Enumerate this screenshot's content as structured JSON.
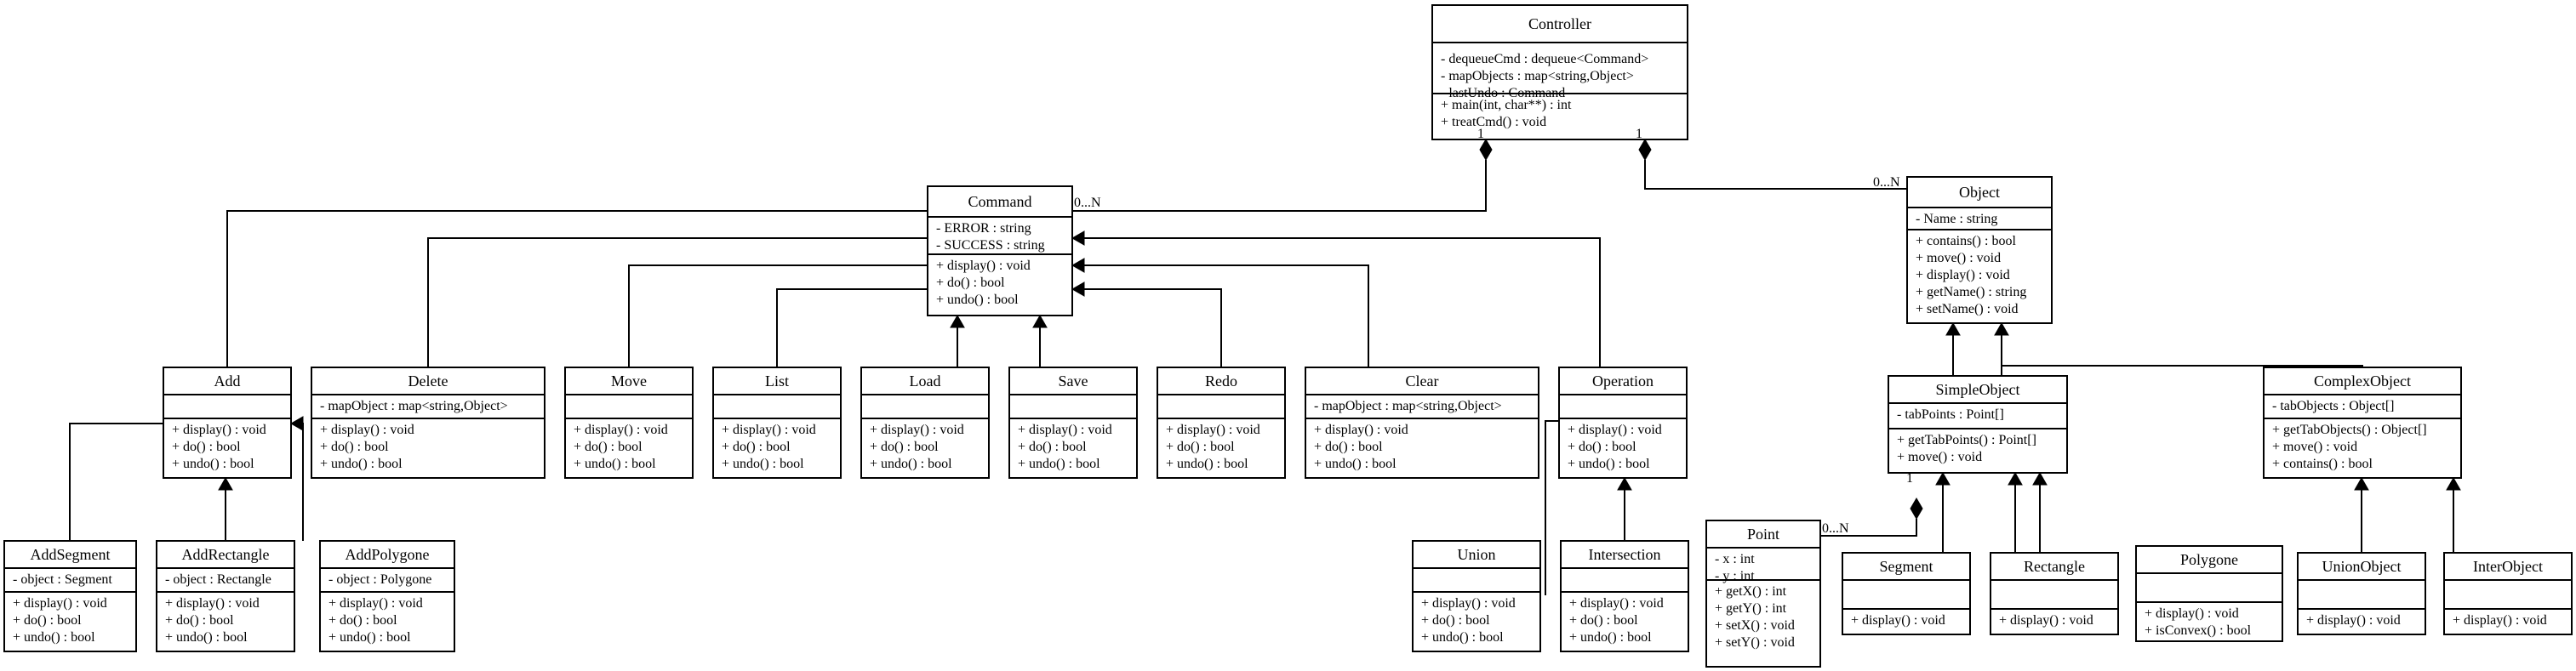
{
  "classes": {
    "Controller": {
      "name": "Controller",
      "attributes": [
        "- dequeueCmd : dequeue<Command>",
        "- mapObjects : map<string,Object>",
        "- lastUndo : Command"
      ],
      "methods": [
        "+ main(int, char**) : int",
        "+ treatCmd() : void"
      ]
    },
    "Command": {
      "name": "Command",
      "attributes": [
        "- ERROR : string",
        "- SUCCESS : string"
      ],
      "methods": [
        "+ display() : void",
        "+ do() : bool",
        "+ undo() : bool"
      ]
    },
    "Object": {
      "name": "Object",
      "attributes": [
        "- Name : string"
      ],
      "methods": [
        "+ contains() : bool",
        "+ move() : void",
        "+ display() : void",
        "+ getName() : string",
        "+ setName() : void"
      ]
    },
    "Add": {
      "name": "Add",
      "attributes": [],
      "methods": [
        "+ display() : void",
        "+ do() : bool",
        "+ undo() : bool"
      ]
    },
    "Delete": {
      "name": "Delete",
      "attributes": [
        "- mapObject : map<string,Object>"
      ],
      "methods": [
        "+ display() : void",
        "+ do() : bool",
        "+ undo() : bool"
      ]
    },
    "Move": {
      "name": "Move",
      "attributes": [],
      "methods": [
        "+ display() : void",
        "+ do() : bool",
        "+ undo() : bool"
      ]
    },
    "List": {
      "name": "List",
      "attributes": [],
      "methods": [
        "+ display() : void",
        "+ do() : bool",
        "+ undo() : bool"
      ]
    },
    "Load": {
      "name": "Load",
      "attributes": [],
      "methods": [
        "+ display() : void",
        "+ do() : bool",
        "+ undo() : bool"
      ]
    },
    "Save": {
      "name": "Save",
      "attributes": [],
      "methods": [
        "+ display() : void",
        "+ do() : bool",
        "+ undo() : bool"
      ]
    },
    "Redo": {
      "name": "Redo",
      "attributes": [],
      "methods": [
        "+ display() : void",
        "+ do() : bool",
        "+ undo() : bool"
      ]
    },
    "Clear": {
      "name": "Clear",
      "attributes": [
        "- mapObject : map<string,Object>"
      ],
      "methods": [
        "+ display() : void",
        "+ do() : bool",
        "+ undo() : bool"
      ]
    },
    "Operation": {
      "name": "Operation",
      "attributes": [],
      "methods": [
        "+ display() : void",
        "+ do() : bool",
        "+ undo() : bool"
      ]
    },
    "SimpleObject": {
      "name": "SimpleObject",
      "attributes": [
        "- tabPoints : Point[]"
      ],
      "methods": [
        "+ getTabPoints() : Point[]",
        "+ move() : void"
      ]
    },
    "ComplexObject": {
      "name": "ComplexObject",
      "attributes": [
        "- tabObjects : Object[]"
      ],
      "methods": [
        "+ getTabObjects() : Object[]",
        "+ move() : void",
        "+ contains() : bool"
      ]
    },
    "AddSegment": {
      "name": "AddSegment",
      "attributes": [
        "- object : Segment"
      ],
      "methods": [
        "+ display() : void",
        "+ do() : bool",
        "+ undo() : bool"
      ]
    },
    "AddRectangle": {
      "name": "AddRectangle",
      "attributes": [
        "- object : Rectangle"
      ],
      "methods": [
        "+ display() : void",
        "+ do() : bool",
        "+ undo() : bool"
      ]
    },
    "AddPolygone": {
      "name": "AddPolygone",
      "attributes": [
        "- object : Polygone"
      ],
      "methods": [
        "+ display() : void",
        "+ do() : bool",
        "+ undo() : bool"
      ]
    },
    "Union": {
      "name": "Union",
      "attributes": [],
      "methods": [
        "+ display() : void",
        "+ do() : bool",
        "+ undo() : bool"
      ]
    },
    "Intersection": {
      "name": "Intersection",
      "attributes": [],
      "methods": [
        "+ display() : void",
        "+ do() : bool",
        "+ undo() : bool"
      ]
    },
    "Point": {
      "name": "Point",
      "attributes": [
        "- x : int",
        "- y : int"
      ],
      "methods": [
        "+ getX() : int",
        "+ getY() : int",
        "+ setX() : void",
        "+ setY() : void"
      ]
    },
    "Segment": {
      "name": "Segment",
      "attributes": [],
      "methods": [
        "+ display() : void"
      ]
    },
    "Rectangle": {
      "name": "Rectangle",
      "attributes": [],
      "methods": [
        "+ display() : void"
      ]
    },
    "Polygone": {
      "name": "Polygone",
      "attributes": [],
      "methods": [
        "+ display() : void",
        "+ isConvex() : bool"
      ]
    },
    "UnionObject": {
      "name": "UnionObject",
      "attributes": [],
      "methods": [
        "+ display() : void"
      ]
    },
    "InterObject": {
      "name": "InterObject",
      "attributes": [],
      "methods": [
        "+ display() : void"
      ]
    }
  },
  "multiplicities": {
    "controller_command_one": "1",
    "controller_object_one": "1",
    "command_many": "0...N",
    "object_many": "0...N",
    "simpleobject_one": "1",
    "point_many": "0...N"
  }
}
